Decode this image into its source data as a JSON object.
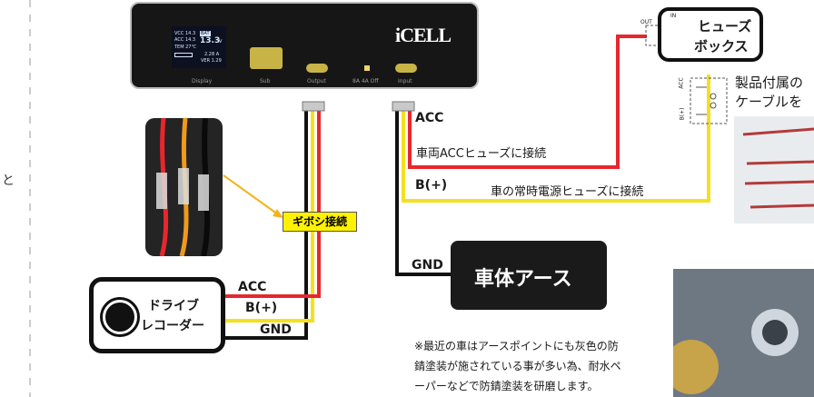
{
  "device": {
    "logo": "iCELL",
    "lcd": {
      "line1": "VCC 14.3",
      "line1_tag": "BAT",
      "line2": "ACC 14.3",
      "big_value": "13.3",
      "big_unit": "V",
      "line3": "TEM 27℃",
      "current": "2.28 A",
      "version": "VER 1.29"
    },
    "port_labels": {
      "display": "Display",
      "sub": "Sub",
      "output": "Output",
      "switch": "8A  4A  Off",
      "input": "Input"
    }
  },
  "fuse_box": {
    "title_line1": "ヒューズ",
    "title_line2": "ボックス",
    "out_label": "OUT",
    "in_label": "IN"
  },
  "relay": {
    "label_top": "ACC",
    "label_bottom": "B(+)"
  },
  "product_cable_note": {
    "line1": "製品付属の",
    "line2": "ケーブルを"
  },
  "wires": {
    "acc_label": "ACC",
    "acc_desc": "車両ACCヒューズに接続",
    "bplus_label": "B(+)",
    "bplus_desc": "車の常時電源ヒューズに接続",
    "gnd_label": "GND"
  },
  "gibo_label": "ギボシ接続",
  "ground_box_label": "車体アース",
  "recorder": {
    "name_line1": "ドライブ",
    "name_line2": "レコーダー",
    "acc": "ACC",
    "bplus": "B(+)",
    "gnd": "GND"
  },
  "note": {
    "line1": "※最近の車はアースポイントにも灰色の防",
    "line2": "錆塗装が施されている事が多い為、耐水ペ",
    "line3": "ーパーなどで防錆塗装を研磨します。"
  },
  "colors": {
    "red": "#e8262d",
    "yellow": "#f5e020",
    "black": "#111111",
    "orange": "#ef9a1e",
    "gibo_yellow": "#fff200"
  }
}
